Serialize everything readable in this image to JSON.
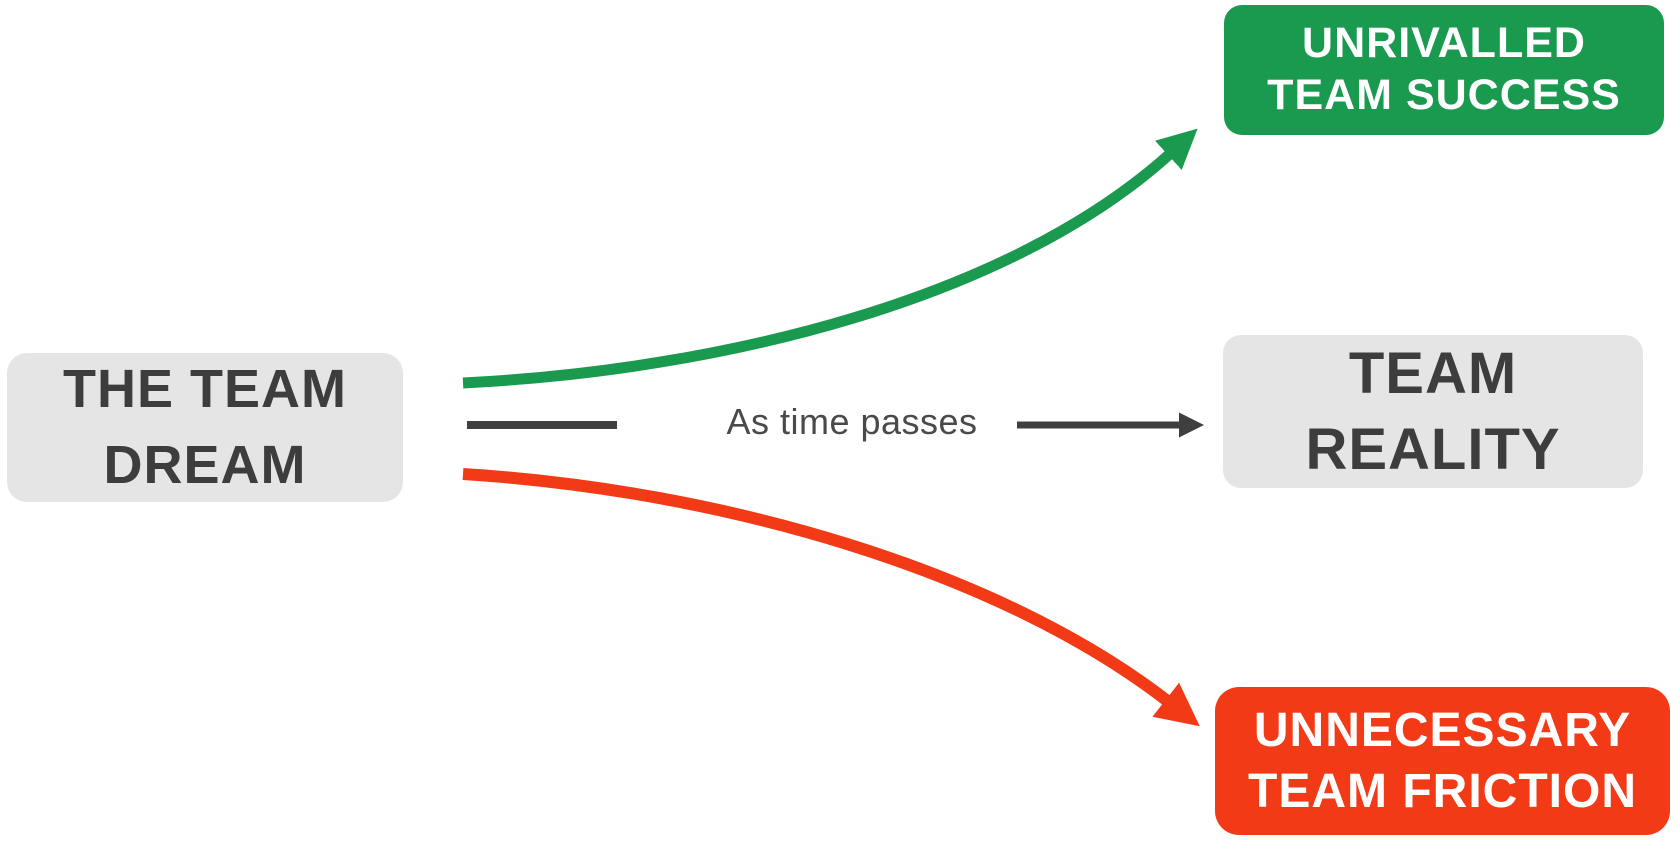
{
  "source_box": {
    "lines": [
      "THE TEAM",
      "DREAM"
    ],
    "bg": "#e5e5e5",
    "text_color": "#3d3d3d"
  },
  "connector": {
    "label": "As time passes",
    "color": "#3f3f3f"
  },
  "outcomes": {
    "success": {
      "lines": [
        "UNRIVALLED",
        "TEAM SUCCESS"
      ],
      "bg": "#199a4f",
      "text_color": "#ffffff"
    },
    "reality": {
      "lines": [
        "TEAM",
        "REALITY"
      ],
      "bg": "#e5e5e5",
      "text_color": "#3d3d3d"
    },
    "friction": {
      "lines": [
        "UNNECESSARY",
        "TEAM FRICTION"
      ],
      "bg": "#f23a17",
      "text_color": "#ffffff"
    }
  },
  "arrow_colors": {
    "success": "#199a4f",
    "reality": "#3f3f3f",
    "friction": "#f23a17"
  }
}
